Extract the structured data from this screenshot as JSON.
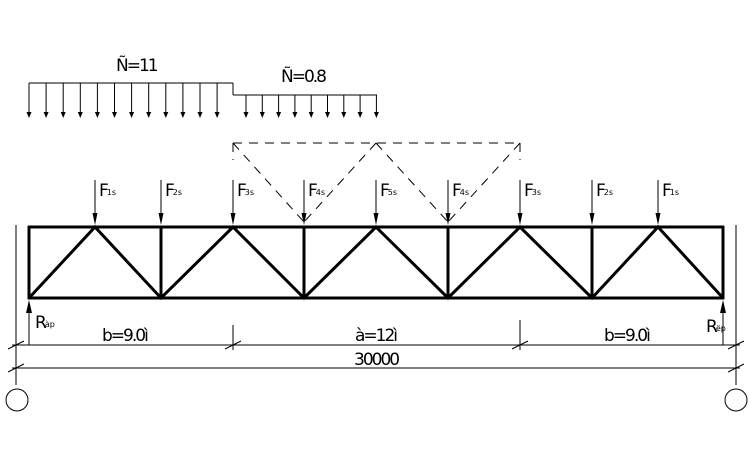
{
  "loads": {
    "left": "Ñ=11",
    "right": "Ñ=0.8"
  },
  "forces": [
    {
      "main": "F",
      "sub": "1s"
    },
    {
      "main": "F",
      "sub": "2s"
    },
    {
      "main": "F",
      "sub": "3s"
    },
    {
      "main": "F",
      "sub": "4s"
    },
    {
      "main": "F",
      "sub": "5s"
    },
    {
      "main": "F",
      "sub": "4s"
    },
    {
      "main": "F",
      "sub": "3s"
    },
    {
      "main": "F",
      "sub": "2s"
    },
    {
      "main": "F",
      "sub": "1s"
    }
  ],
  "reactions": {
    "left": {
      "main": "R",
      "sub": "àp"
    },
    "right": {
      "main": "R",
      "sub": "ëp"
    }
  },
  "dimensions": {
    "left": "b=9.0ì",
    "middle": "à=12ì",
    "right": "b=9.0ì",
    "total": "30000"
  }
}
